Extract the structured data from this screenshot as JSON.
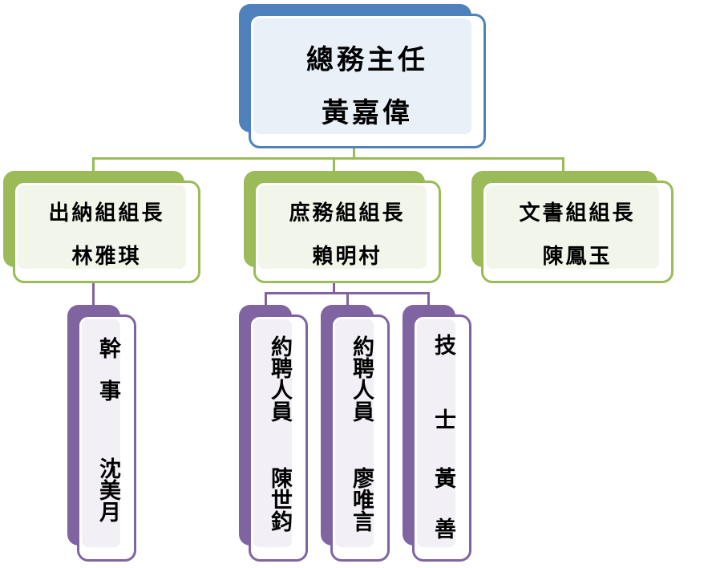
{
  "top": {
    "title": "總務主任",
    "name": "黃嘉偉"
  },
  "groups": [
    {
      "title": "出納組組長",
      "name": "林雅琪"
    },
    {
      "title": "庶務組組長",
      "name": "賴明村"
    },
    {
      "title": "文書組組長",
      "name": "陳鳳玉"
    }
  ],
  "staff": [
    {
      "title": "幹事",
      "name": "沈美月"
    },
    {
      "title": "約聘人員",
      "name": "陳世鈞"
    },
    {
      "title": "約聘人員",
      "name": "廖唯言"
    },
    {
      "title": "技士",
      "name": "黃善"
    }
  ],
  "colors": {
    "top": "#4f81bd",
    "group": "#9bbb59",
    "staff": "#8064a2"
  }
}
